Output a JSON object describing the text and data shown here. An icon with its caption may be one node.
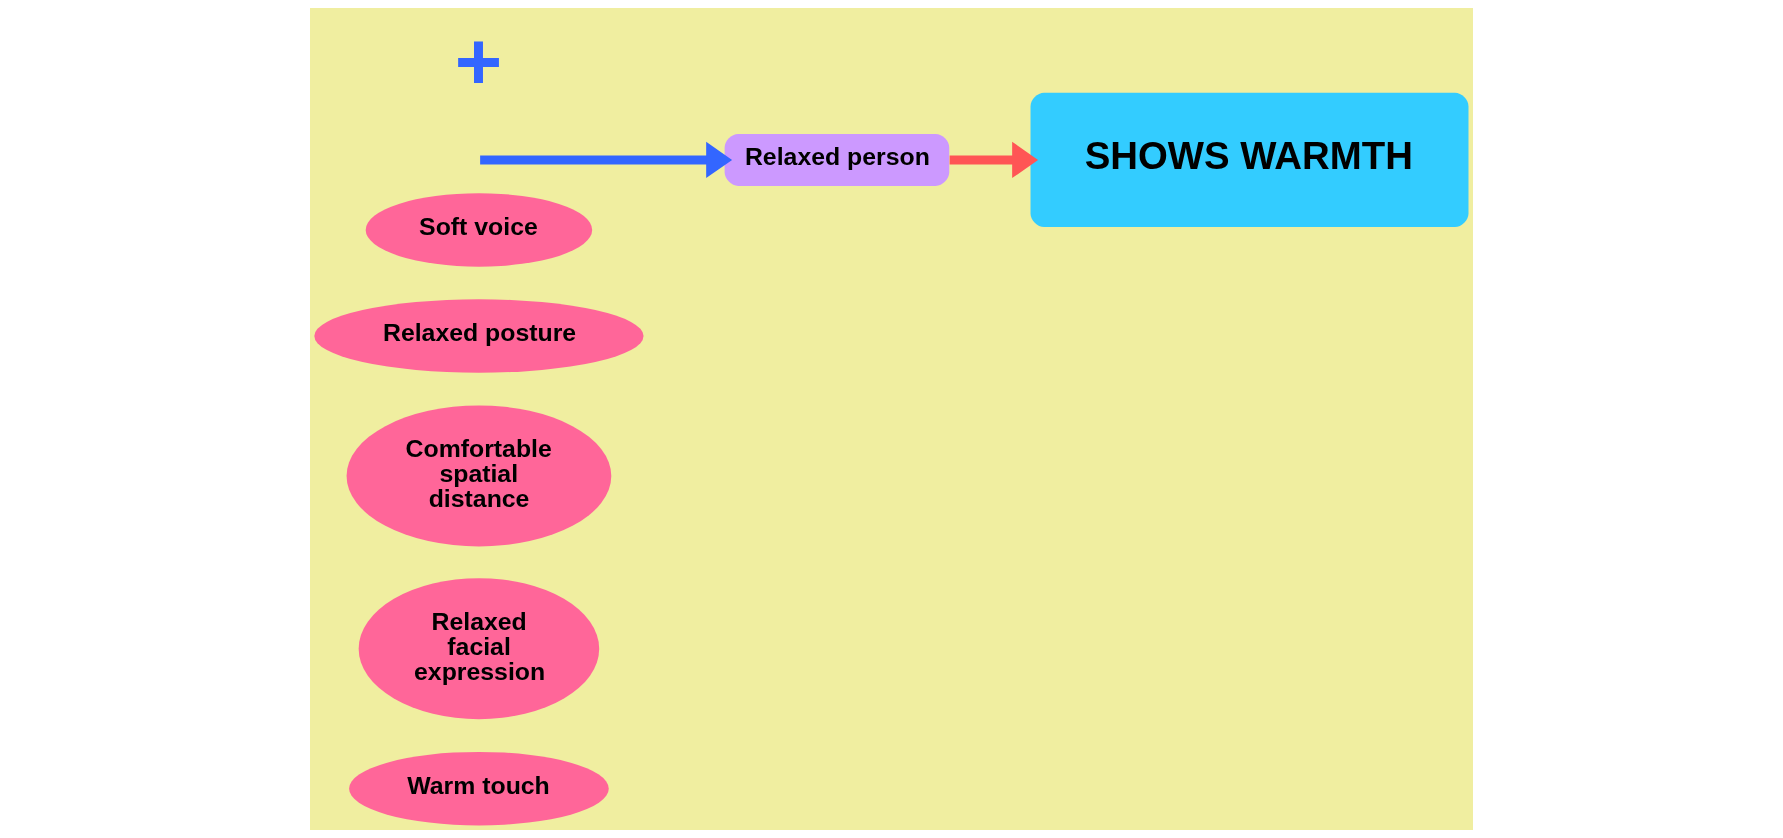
{
  "diagram": {
    "nodes": [
      {
        "text": [
          "Warm touch"
        ]
      },
      {
        "text": [
          "Relaxed facial expression"
        ]
      },
      {
        "text": [
          "Comfortable spatial distance"
        ]
      },
      {
        "text": [
          "Relaxed posture"
        ]
      },
      {
        "text": [
          "Soft voice"
        ]
      },
      {
        "text": [
          "Relaxed person"
        ]
      },
      {
        "text": [
          "SHOWS WARMTH"
        ]
      }
    ],
    "edges": [
      {
        "from": null,
        "to": 5,
        "arrow": "to",
        "color": "#3366ff"
      },
      {
        "from": 5,
        "to": 6,
        "arrow": "to",
        "color": "#ff5555"
      }
    ],
    "labels": [
      "+"
    ]
  }
}
